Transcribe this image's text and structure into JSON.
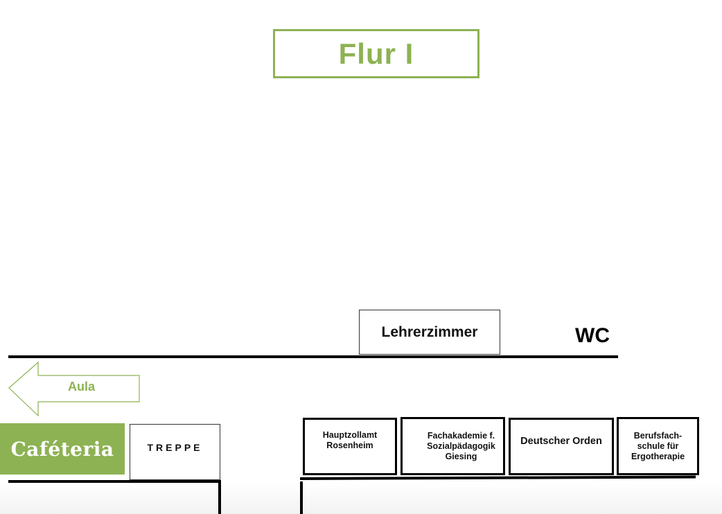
{
  "title": "Flur I",
  "rooms_top": {
    "lehrerzimmer": "Lehrerzimmer",
    "wc": "WC"
  },
  "directions": {
    "aula": "Aula"
  },
  "left_block": {
    "cafeteria": "Caféteria",
    "treppe": "TREPPE"
  },
  "rooms_bottom": [
    {
      "lines": [
        "Hauptzollamt",
        "Rosenheim"
      ]
    },
    {
      "lines": [
        "Fachakademie f.",
        "Sozialpädagogik",
        "Giesing"
      ]
    },
    {
      "lines": [
        "Deutscher Orden"
      ]
    },
    {
      "lines": [
        "Berufsfach-",
        "schule für",
        "Ergotherapie"
      ]
    }
  ],
  "colors": {
    "accent_green": "#8db253",
    "line": "#000000"
  }
}
